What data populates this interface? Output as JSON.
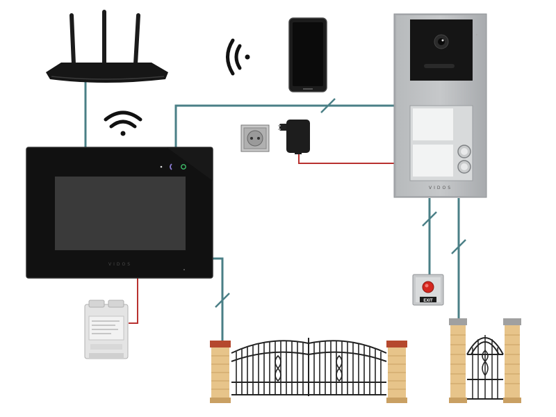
{
  "colors": {
    "cable": "#4a7f86",
    "power_cable": "#b8312f",
    "monitor_body": "#111111",
    "screen": "#3a3a3a",
    "panel": "#a9acaf",
    "brick": "#e7c48a",
    "iron": "#222222"
  },
  "monitor": {
    "brand": "VIDOS"
  },
  "door_panel": {
    "brand": "VIDOS"
  },
  "exit_button": {
    "label": "EXIT"
  },
  "icons": [
    "router-icon",
    "wifi-icon",
    "smartphone-icon",
    "power-socket-icon",
    "power-adapter-icon",
    "din-power-supply-icon",
    "exit-button-icon",
    "gate-icon",
    "wicket-gate-icon",
    "door-camera-icon"
  ]
}
